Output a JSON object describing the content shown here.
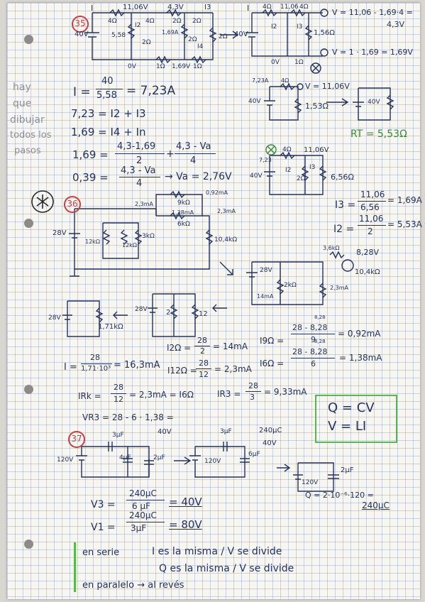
{
  "problems": {
    "p35": {
      "badge": "35",
      "top_labels": {
        "I": "I",
        "v1": "11,06V",
        "v2": "4,3V",
        "I3": "I3"
      },
      "resistors_top": {
        "r1": "4Ω",
        "r2": "4Ω",
        "r3": "2Ω",
        "r4": "2Ω"
      },
      "source": "40V",
      "loop_labels": {
        "r558": "5,58",
        "i2": "I2",
        "ratio": "1,69A",
        "r5": "2Ω",
        "r6": "2Ω",
        "i4": "I4",
        "r7": "2Ω"
      },
      "bottom": {
        "ov": "0V",
        "b1": "1Ω",
        "b2": "1,69V",
        "b3": "1Ω"
      },
      "right_circuit": {
        "I": "I",
        "r1": "4Ω",
        "v1": "11,06",
        "r2": "4Ω",
        "src": "40V",
        "i2": "I2",
        "i3": "I3",
        "r3": "1,56Ω",
        "ov": "0V",
        "r4": "1Ω"
      },
      "eq_top": "V = 11,06 - 1,69·4 =",
      "eq_top_result": "4,3V",
      "eq_bottom": "V = 1 · 1,69 = 1,69V"
    },
    "side_note": [
      "hay",
      "que",
      "dibujar",
      "todos los",
      "pasos"
    ],
    "equations": {
      "e1_lhs": "I =",
      "e1_num": "40",
      "e1_den": "5,58",
      "e1_res": "= 7,23A",
      "e2": "7,23 = I2 + I3",
      "e3": "1,69 = I4 + In",
      "e4_lhs": "1,69 =",
      "e4_num": "4,3-1,69",
      "e4_den": "2",
      "e4_plus": "+",
      "e4_num2": "4,3 - Va",
      "e4_den2": "4",
      "e5_lhs": "0,39 =",
      "e5_num": "4,3 - Va",
      "e5_den": "4",
      "e5_res": "→ Va = 2,76V"
    },
    "mid_right": {
      "c1_i": "7,23A",
      "c1_r": "4Ω",
      "c1_v": "V = 11,06V",
      "c1_src": "40V",
      "c1_r2": "1,53Ω",
      "c2_src": "40V",
      "rt": "RT = 5,53Ω",
      "c3_r1": "4Ω",
      "c3_v": "11,06V",
      "c3_i": "7,23",
      "c3_src": "40V",
      "c3_i2": "I2",
      "c3_i3": "I3",
      "c3_r2": "2Ω",
      "c3_r3": "6,56Ω",
      "i3_lhs": "I3 =",
      "i3_num": "11,06",
      "i3_den": "6,56",
      "i3_res": "= 1,69A",
      "i2_lhs": "I2 =",
      "i2_num": "11,06",
      "i2_den": "2",
      "i2_res": "= 5,53A"
    },
    "p36": {
      "badge": "36",
      "labels": {
        "i1": "2,3mA",
        "r9k": "9kΩ",
        "i2": "0,92mA",
        "i3": "1,38mA",
        "r6k": "6kΩ",
        "i4": "2,3mA",
        "src": "28V",
        "r12a": "12kΩ",
        "r12b": "12kΩ",
        "r3k": "3kΩ",
        "r10": "10,4kΩ"
      },
      "right": {
        "r36": "3,6kΩ",
        "v": "8,28V",
        "src": "28V",
        "r2k": "2kΩ",
        "r10": "10,4kΩ",
        "i14": "14mA",
        "i23": "2,3mA"
      },
      "small1": {
        "src": "28V",
        "r": "1,71kΩ"
      },
      "small2": {
        "src": "28V",
        "r1": "2",
        "r2": "12"
      },
      "i2k_lhs": "I2Ω =",
      "i2k_num": "28",
      "i2k_den": "2",
      "i2k_res": "= 14mA",
      "i9_lhs": "I9Ω =",
      "i9_top": "8,28",
      "i9_num": "28 - 8,28",
      "i9_den": "9",
      "i9_res": "= 0,92mA",
      "i6_lhs": "I6Ω =",
      "i6_top": "8,28",
      "i6_num": "28 - 8,28",
      "i6_den": "6",
      "i6_res": "= 1,38mA",
      "it_lhs": "I =",
      "it_num": "28",
      "it_den": "1,71·10³",
      "it_res": "= 16,3mA",
      "i12_lhs": "I12Ω =",
      "i12_num": "28",
      "i12_den": "12",
      "i12_res": "= 2,3mA",
      "irk_lhs": "IRk =",
      "irk_num": "28",
      "irk_den": "12",
      "irk_res": "= 2,3mA = I6Ω",
      "ir3_lhs": "IR3 =",
      "ir3_num": "28",
      "ir3_den": "3",
      "ir3_res": "= 9,33mA",
      "vr3": "VR3 = 28 - 6 · 1,38 ="
    },
    "box": {
      "line1": "Q = CV",
      "line2": "V = LI"
    },
    "p37": {
      "badge": "37",
      "c1": {
        "src": "120V",
        "c3": "3μF",
        "v40": "40V",
        "c4": "4μF",
        "c2": "2μF"
      },
      "c2": {
        "c3": "3μF",
        "q": "240μC",
        "src": "120V",
        "c6": "6μF",
        "v40": "40V"
      },
      "c3": {
        "src": "120V",
        "c2": "2μF"
      },
      "q_eq": "Q = 2·10⁻⁶·120 =",
      "q_res": "240μC",
      "v3_lhs": "V3 =",
      "v3_num": "240μC",
      "v3_den": "6 μF",
      "v3_res": "= 40V",
      "v1_lhs": "V1 =",
      "v1_num": "240μC",
      "v1_den": "3μF",
      "v1_res": "= 80V"
    },
    "notes": {
      "n1": "en serie",
      "n2": "I es la misma / V se divide",
      "n3": "Q es la misma / V se divide",
      "n4": "en paralelo → al revés"
    }
  },
  "colors": {
    "ink": "#24325f",
    "red": "#c94040",
    "green": "#58b84a"
  }
}
